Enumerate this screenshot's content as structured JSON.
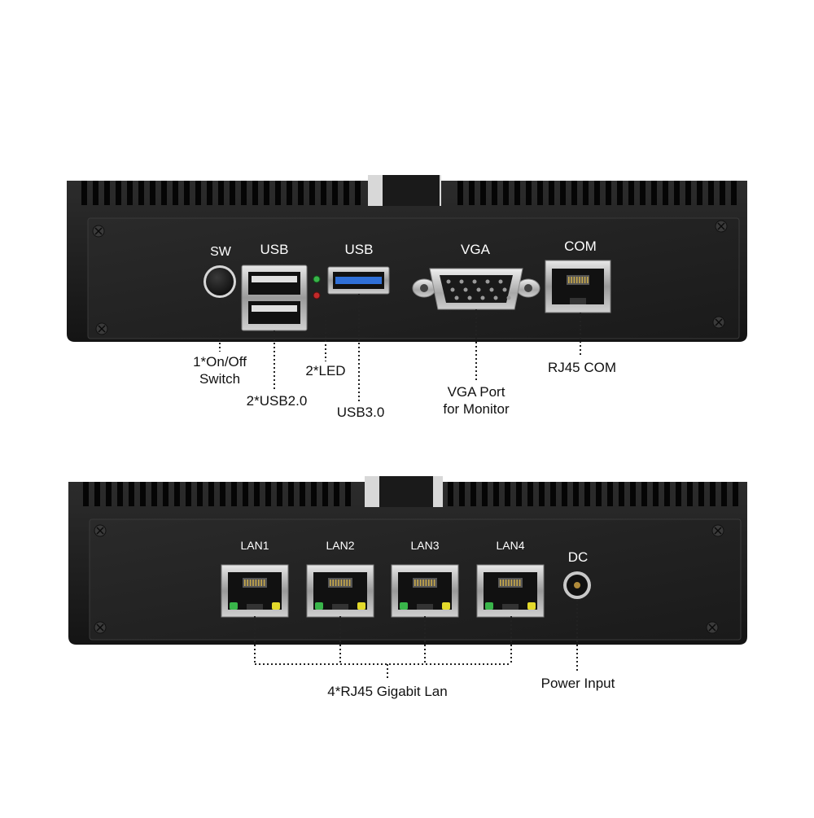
{
  "top_panel": {
    "labels": {
      "sw": "SW",
      "usb2": "USB",
      "usb3": "USB",
      "vga": "VGA",
      "com": "COM"
    },
    "callouts": {
      "switch_line1": "1*On/Off",
      "switch_line2": "Switch",
      "usb2": "2*USB2.0",
      "led": "2*LED",
      "usb3": "USB3.0",
      "vga_line1": "VGA Port",
      "vga_line2": "for Monitor",
      "com": "RJ45 COM"
    }
  },
  "bottom_panel": {
    "labels": {
      "lan1": "LAN1",
      "lan2": "LAN2",
      "lan3": "LAN3",
      "lan4": "LAN4",
      "dc": "DC"
    },
    "callouts": {
      "lan": "4*RJ45 Gigabit Lan",
      "power": "Power Input"
    }
  },
  "colors": {
    "chassis": "#1b1b1b",
    "panel": "#232323",
    "usb3_blue": "#2f6fd6",
    "led_green": "#39b54a",
    "led_red": "#c22a2a",
    "lan_led_yellow": "#e3d92b"
  }
}
